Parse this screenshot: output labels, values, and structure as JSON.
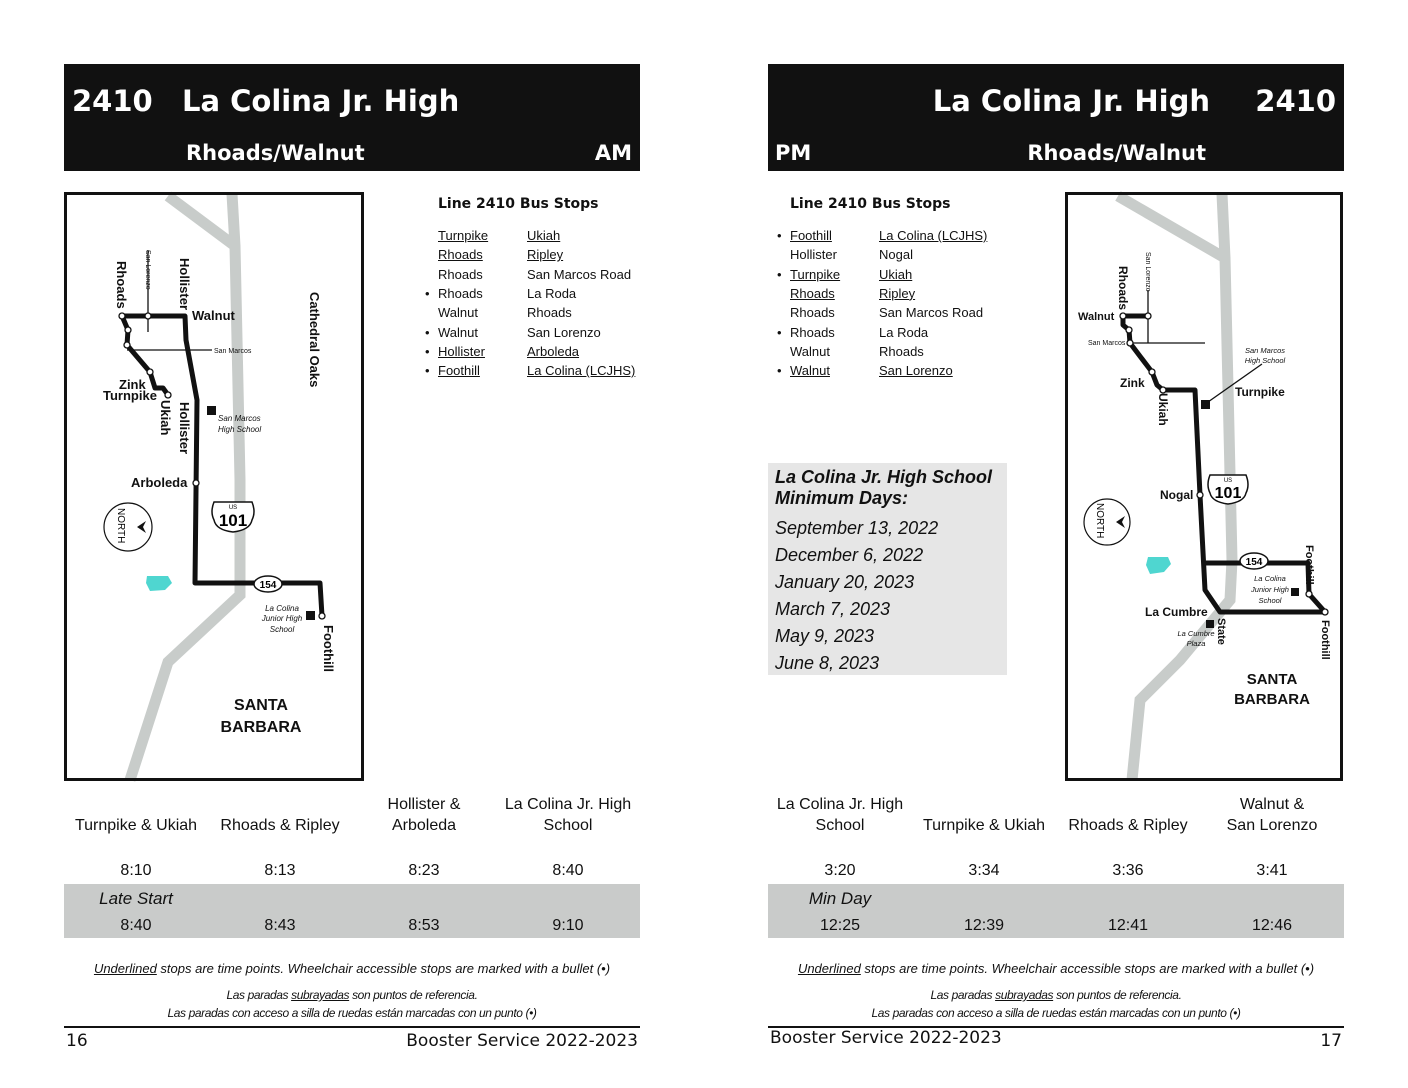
{
  "left": {
    "header": {
      "route": "2410",
      "school": "La Colina Jr. High",
      "area": "Rhoads/Walnut",
      "period": "AM"
    },
    "stops": {
      "title": "Line 2410 Bus Stops",
      "rows": [
        {
          "bullet": false,
          "a": "Turnpike",
          "au": true,
          "b": "Ukiah",
          "bu": true
        },
        {
          "bullet": false,
          "a": "Rhoads",
          "au": true,
          "b": "Ripley",
          "bu": true
        },
        {
          "bullet": false,
          "a": "Rhoads",
          "au": false,
          "b": "San Marcos Road",
          "bu": false
        },
        {
          "bullet": true,
          "a": "Rhoads",
          "au": false,
          "b": "La Roda",
          "bu": false
        },
        {
          "bullet": false,
          "a": "Walnut",
          "au": false,
          "b": "Rhoads",
          "bu": false
        },
        {
          "bullet": true,
          "a": "Walnut",
          "au": false,
          "b": "San Lorenzo",
          "bu": false
        },
        {
          "bullet": true,
          "a": "Hollister",
          "au": true,
          "b": "Arboleda",
          "bu": true
        },
        {
          "bullet": true,
          "a": "Foothill",
          "au": true,
          "b": "La Colina (LCJHS)",
          "bu": true
        }
      ]
    },
    "map": {
      "labels": {
        "rhoads": "Rhoads",
        "san_lorenzo": "San Lorenzo",
        "hollister_top": "Hollister",
        "walnut": "Walnut",
        "san_marcos": "San Marcos",
        "cathedral_oaks": "Cathedral Oaks",
        "zink": "Zink",
        "turnpike": "Turnpike",
        "ukiah": "Ukiah",
        "hollister": "Hollister",
        "smhs_1": "San Marcos",
        "smhs_2": "High School",
        "arboleda": "Arboleda",
        "north": "NORTH",
        "us": "US",
        "hwy101": "101",
        "hwy154": "154",
        "lcjhs_1": "La Colina",
        "lcjhs_2": "Junior High",
        "lcjhs_3": "School",
        "foothill": "Foothill",
        "sb_1": "SANTA",
        "sb_2": "BARBARA"
      }
    },
    "schedule": {
      "headers": [
        [
          "Turnpike & Ukiah"
        ],
        [
          "Rhoads & Ripley"
        ],
        [
          "Hollister &",
          "Arboleda"
        ],
        [
          "La Colina Jr. High",
          "School"
        ]
      ],
      "times": [
        "8:10",
        "8:13",
        "8:23",
        "8:40"
      ],
      "alt_label": "Late Start",
      "alt_times": [
        "8:40",
        "8:43",
        "8:53",
        "9:10"
      ]
    },
    "page_number": "16"
  },
  "right": {
    "header": {
      "route": "2410",
      "school": "La Colina Jr. High",
      "area": "Rhoads/Walnut",
      "period": "PM"
    },
    "stops": {
      "title": "Line 2410 Bus Stops",
      "rows": [
        {
          "bullet": true,
          "a": "Foothill",
          "au": true,
          "b": "La Colina (LCJHS)",
          "bu": true
        },
        {
          "bullet": false,
          "a": "Hollister",
          "au": false,
          "b": "Nogal",
          "bu": false
        },
        {
          "bullet": true,
          "a": "Turnpike",
          "au": true,
          "b": "Ukiah",
          "bu": true
        },
        {
          "bullet": false,
          "a": "Rhoads",
          "au": true,
          "b": "Ripley",
          "bu": true
        },
        {
          "bullet": false,
          "a": "Rhoads",
          "au": false,
          "b": "San Marcos Road",
          "bu": false
        },
        {
          "bullet": true,
          "a": "Rhoads",
          "au": false,
          "b": "La Roda",
          "bu": false
        },
        {
          "bullet": false,
          "a": "Walnut",
          "au": false,
          "b": "Rhoads",
          "bu": false
        },
        {
          "bullet": true,
          "a": "Walnut",
          "au": true,
          "b": "San Lorenzo",
          "bu": true
        }
      ]
    },
    "min_days": {
      "title": [
        "La Colina Jr. High School",
        "Minimum Days:"
      ],
      "dates": [
        "September 13, 2022",
        "December 6, 2022",
        "January 20, 2023",
        "March 7, 2023",
        "May 9, 2023",
        "June 8, 2023"
      ]
    },
    "map": {
      "labels": {
        "rhoads": "Rhoads",
        "san_lorenzo": "San Lorenzo",
        "walnut": "Walnut",
        "san_marcos": "San Marcos",
        "smhs_1": "San Marcos",
        "smhs_2": "High School",
        "zink": "Zink",
        "ukiah": "Ukiah",
        "turnpike": "Turnpike",
        "nogal": "Nogal",
        "us": "US",
        "hwy101": "101",
        "north": "NORTH",
        "hwy154": "154",
        "foothill_top": "Foothill",
        "lcjhs_1": "La Colina",
        "lcjhs_2": "Junior High",
        "lcjhs_3": "School",
        "la_cumbre": "La Cumbre",
        "lcp_1": "La Cumbre",
        "lcp_2": "Plaza",
        "state": "State",
        "foothill": "Foothill",
        "sb_1": "SANTA",
        "sb_2": "BARBARA"
      }
    },
    "schedule": {
      "headers": [
        [
          "La Colina Jr. High",
          "School"
        ],
        [
          "Turnpike & Ukiah"
        ],
        [
          "Rhoads & Ripley"
        ],
        [
          "Walnut &",
          "San Lorenzo"
        ]
      ],
      "times": [
        "3:20",
        "3:34",
        "3:36",
        "3:41"
      ],
      "alt_label": "Min Day",
      "alt_times": [
        "12:25",
        "12:39",
        "12:41",
        "12:46"
      ]
    },
    "page_number": "17"
  },
  "notes": {
    "underlined_word": "Underlined",
    "line1_rest": " stops are time points. Wheelchair accessible stops are marked with a bullet (•)",
    "es1_pre": "Las paradas ",
    "es1_word": "subrayadas",
    "es1_rest": " son puntos de referencia.",
    "es2": "Las paradas con acceso a silla de ruedas están marcadas con un punto (•)"
  },
  "footer_title": "Booster Service 2022-2023",
  "colors": {
    "header_bg": "#111111",
    "band": "#c9cbca",
    "road": "#c8ccca",
    "lake": "#4fd6d0",
    "min_days_bg": "#e6e6e6"
  }
}
